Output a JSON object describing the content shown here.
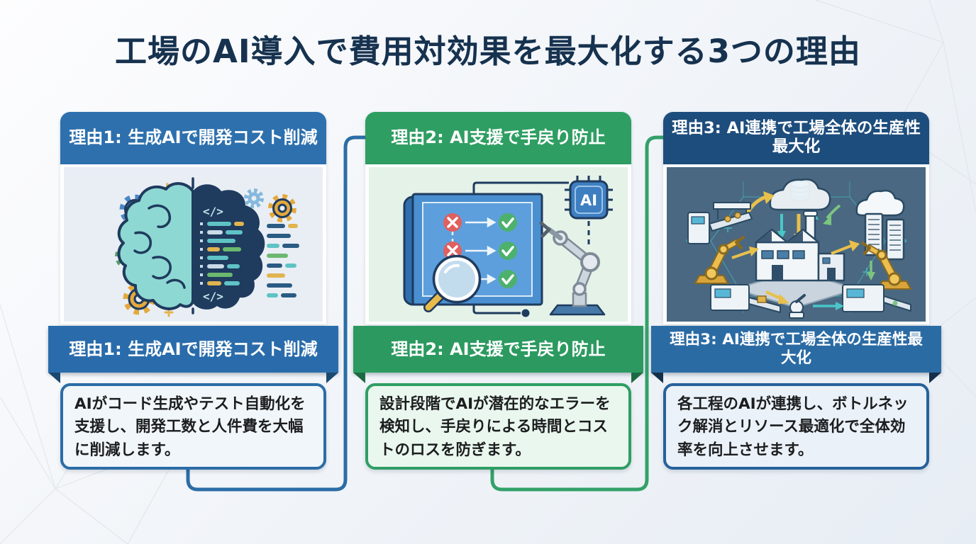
{
  "page": {
    "title": "工場のAI導入で費用対効果を最大化する3つの理由",
    "title_color": "#16324f"
  },
  "columns": [
    {
      "header": "理由1: 生成AIで開発コスト削減",
      "banner": "理由1: 生成AIで開発コスト削減",
      "description": "AIがコード生成やテスト自動化を支援し、開発工数と人件費を大幅に削減します。",
      "illustration": "generative-ai-brain-gears-code",
      "colors": {
        "header": "#2d70ad",
        "banner": "#2a6cab",
        "fold": "#1b486f",
        "panel": "#e9eef5",
        "box_bg": "#f0f6fa",
        "box_border": "#2b6da6"
      }
    },
    {
      "header": "理由2: AI支援で手戻り防止",
      "banner": "理由2: AI支援で手戻り防止",
      "description": "設計段階でAIが潜在的なエラーを検知し、手戻りによる時間とコストのロスを防ぎます。",
      "illustration": "ai-design-review-blueprint-robot",
      "colors": {
        "header": "#2f9e63",
        "banner": "#2c9a60",
        "fold": "#1d6a42",
        "panel": "#e4f2e8",
        "box_bg": "#e9f7ee",
        "box_border": "#2f9e63"
      }
    },
    {
      "header": "理由3: AI連携で工場全体の生産性最大化",
      "banner": "理由3: AI連携で工場全体の生産性最大化",
      "description": "各工程のAIが連携し、ボトルネック解消とリソース最適化で全体効率を向上させます。",
      "illustration": "connected-smart-factory-network",
      "colors": {
        "header": "#1d4d7c",
        "banner": "#2b6ba4",
        "fold": "#142f4a",
        "panel": "#4a6882",
        "box_bg": "#eaf1f8",
        "box_border": "#26619b"
      }
    }
  ],
  "connectors": [
    {
      "from": "reason-1",
      "to": "reason-2",
      "color": "#2b6da6"
    },
    {
      "from": "reason-2",
      "to": "reason-3",
      "color": "#33a169"
    }
  ],
  "illustration_text": {
    "ai_chip": "AI",
    "code_tag_open": "</>",
    "code_tag_close": "</>"
  }
}
